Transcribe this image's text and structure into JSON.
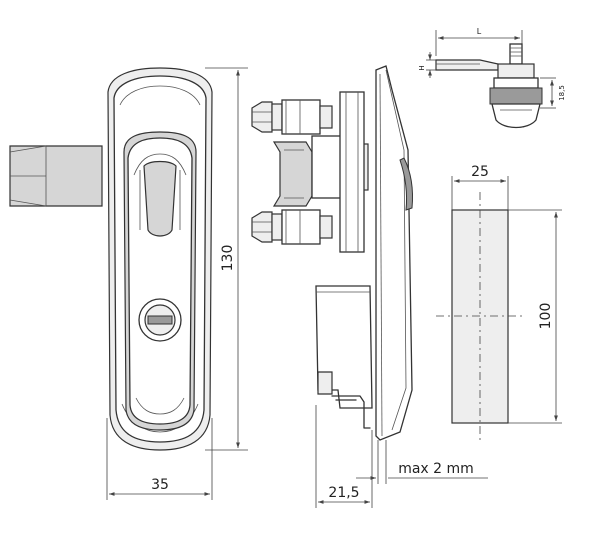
{
  "dimensions": {
    "height_130": "130",
    "width_35": "35",
    "depth_21_5": "21,5",
    "max_thickness": "max 2 mm",
    "width_25": "25",
    "height_100": "100",
    "lever_length": "L",
    "lever_height": "H",
    "cam_height": "18,5"
  },
  "colors": {
    "line": "#333333",
    "fill_grey": "#d6d6d6",
    "background": "#ffffff"
  }
}
